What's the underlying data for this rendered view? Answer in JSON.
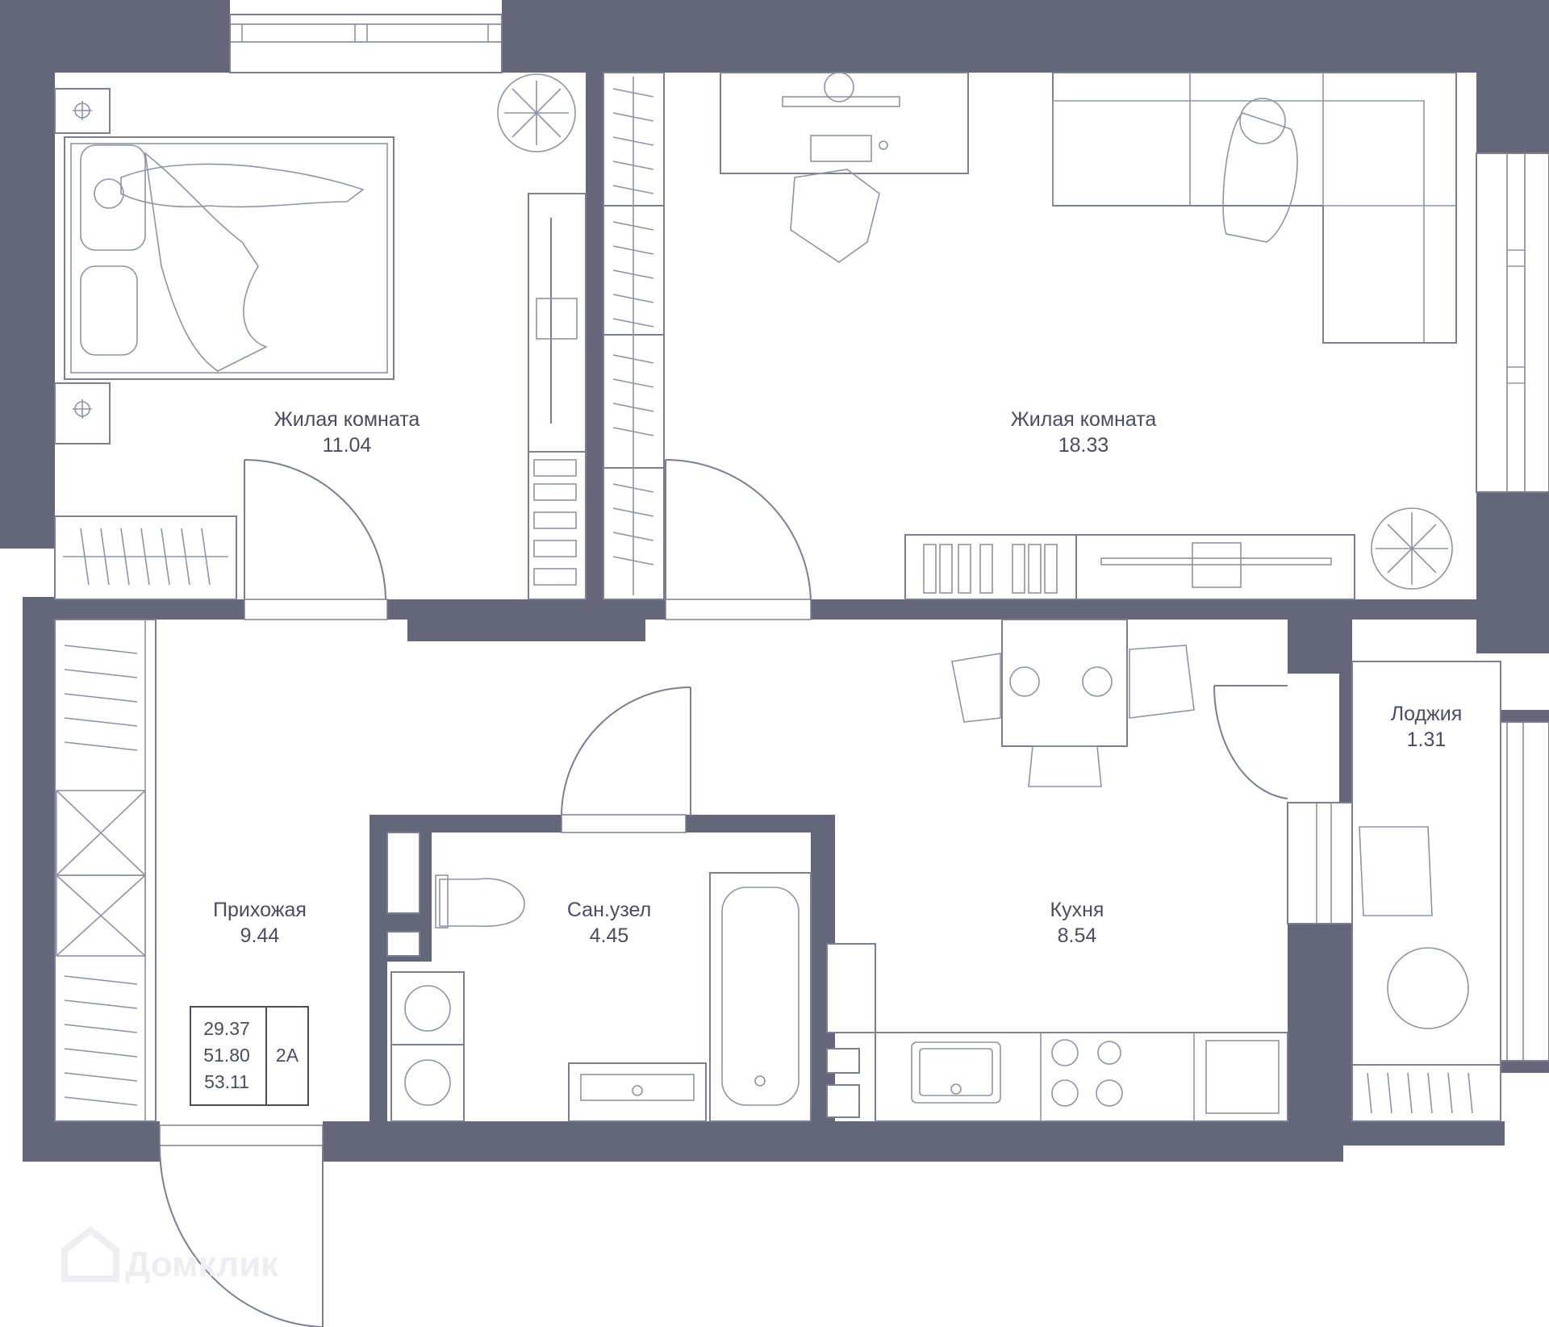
{
  "colors": {
    "wall": "#636779",
    "line": "#7b7f95",
    "text": "#4a4c66",
    "background": "#ffffff"
  },
  "rooms": {
    "bedroom": {
      "name": "Жилая комната",
      "area": "11.04"
    },
    "living": {
      "name": "Жилая комната",
      "area": "18.33"
    },
    "hallway": {
      "name": "Прихожая",
      "area": "9.44"
    },
    "bathroom": {
      "name": "Сан.узел",
      "area": "4.45"
    },
    "kitchen": {
      "name": "Кухня",
      "area": "8.54"
    },
    "loggia": {
      "name": "Лоджия",
      "area": "1.31"
    }
  },
  "summary": {
    "living_area": "29.37",
    "total_area": "51.80",
    "total_with_loggia": "53.11",
    "type": "2А"
  },
  "watermark": {
    "text": "Домклик",
    "icon": "house-logo-icon"
  }
}
